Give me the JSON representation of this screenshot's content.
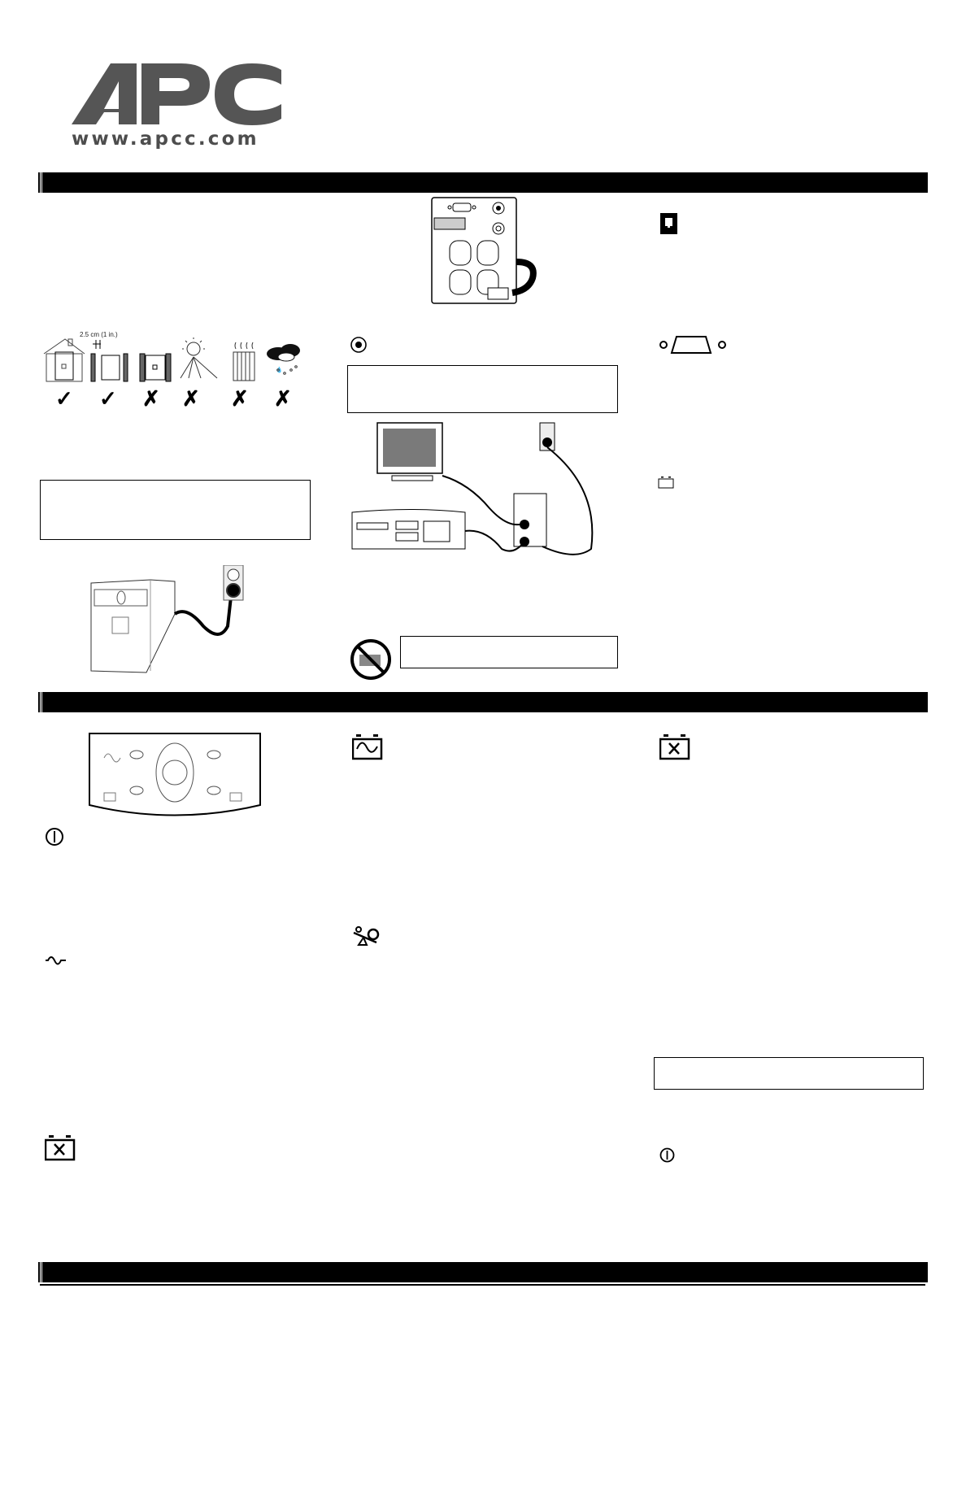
{
  "header": {
    "logo_text": "APC",
    "website": "www.apcc.com",
    "brand_color": "#555555"
  },
  "sections": [
    {
      "id": "installation",
      "title": ""
    },
    {
      "id": "operation",
      "title": ""
    },
    {
      "id": "bottom",
      "title": ""
    }
  ],
  "placement": {
    "clearance_label": "2.5 cm (1 in.)",
    "items": [
      {
        "icon": "house-icon",
        "verdict": "check"
      },
      {
        "icon": "clearance-icon",
        "verdict": "check"
      },
      {
        "icon": "enclosed-icon",
        "verdict": "cross"
      },
      {
        "icon": "sun-icon",
        "verdict": "cross"
      },
      {
        "icon": "radiator-icon",
        "verdict": "cross"
      },
      {
        "icon": "rain-icon",
        "verdict": "cross"
      }
    ],
    "check_glyph": "✓",
    "cross_glyph": "✗"
  },
  "notes": {
    "left_note": "",
    "middle_note": "",
    "printer_note": "",
    "right_note": ""
  },
  "icons": {
    "phone_port": "phone-jack-icon",
    "serial_port": "serial-port-icon",
    "battery": "battery-icon",
    "power": "power-icon",
    "online": "sine-wave-icon",
    "on_battery": "battery-sine-icon",
    "overload": "overload-icon",
    "replace_battery": "replace-battery-icon",
    "circuit_breaker": "circuit-breaker-icon",
    "no_printer": "no-laser-printer-icon"
  }
}
